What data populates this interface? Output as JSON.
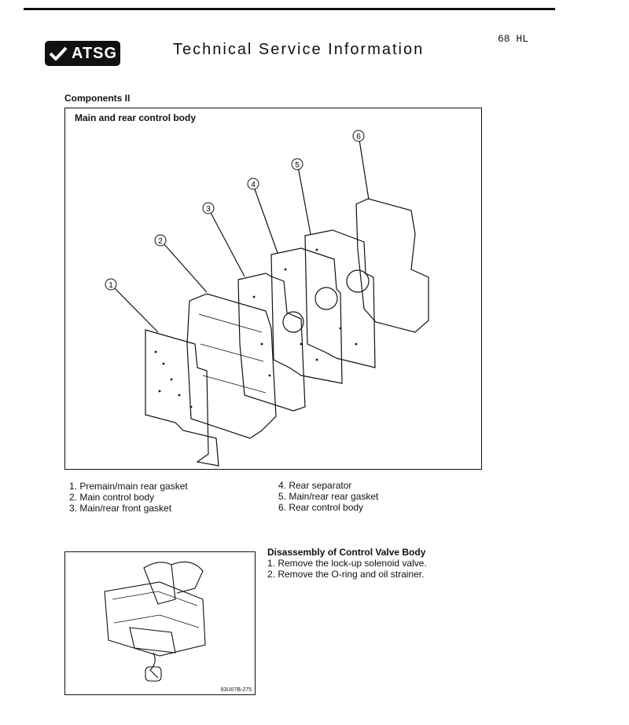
{
  "header": {
    "logo_text": "ATSG",
    "title": "Technical Service Information",
    "page_id": "68 HL"
  },
  "section": {
    "title": "Components II"
  },
  "figure": {
    "title": "Main and rear control body",
    "callouts": [
      "1",
      "2",
      "3",
      "4",
      "5",
      "6"
    ]
  },
  "legend": {
    "left": [
      "1. Premain/main rear gasket",
      "2. Main control body",
      "3. Main/rear front gasket"
    ],
    "right": [
      "4. Rear separator",
      "5. Main/rear rear gasket",
      "6. Rear control body"
    ]
  },
  "disassembly": {
    "title": "Disassembly of Control Valve Body",
    "steps": [
      "1. Remove the lock-up solenoid valve.",
      "2. Remove the O-ring and oil strainer."
    ],
    "figure_code": "83U07B-275"
  }
}
